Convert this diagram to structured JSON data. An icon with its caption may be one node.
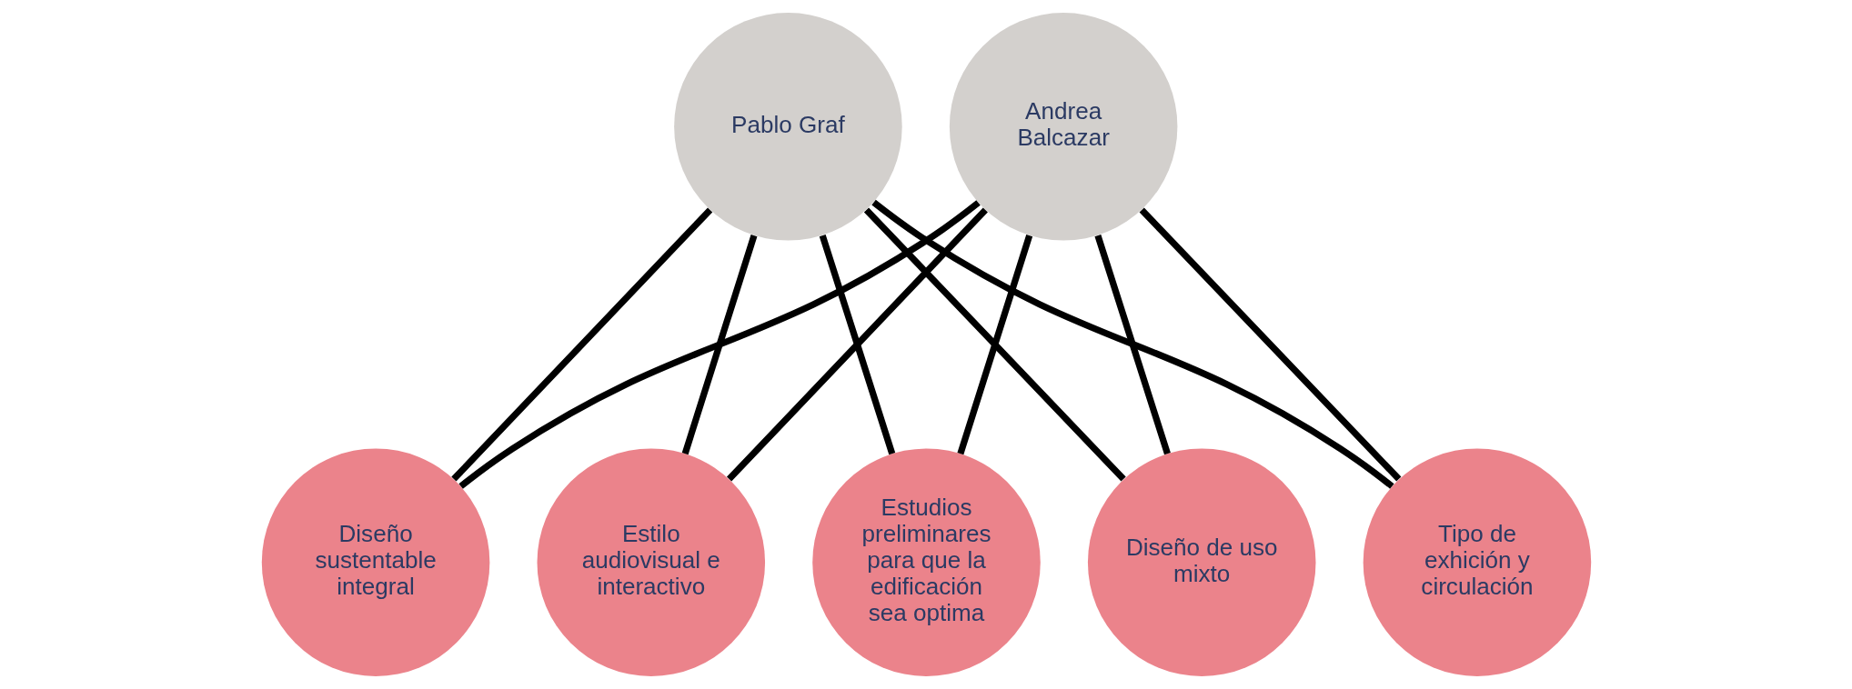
{
  "diagram": {
    "nodes": [
      {
        "text": [
          "Pablo Graf"
        ]
      },
      {
        "text": [
          "Andrea Balcazar"
        ]
      },
      {
        "text": [
          "Diseño sustentable integral"
        ]
      },
      {
        "text": [
          "Estilo audiovisual e interactivo"
        ]
      },
      {
        "text": [
          "Estudios preliminares para que la edificación sea optima"
        ]
      },
      {
        "text": [
          "Diseño de uso mixto"
        ]
      },
      {
        "text": [
          "Tipo de exhición y circulación"
        ]
      }
    ],
    "edges": [
      {
        "from": 0,
        "to": 2,
        "arrow": "none"
      },
      {
        "from": 0,
        "to": 3,
        "arrow": "none"
      },
      {
        "from": 0,
        "to": 4,
        "arrow": "none"
      },
      {
        "from": 0,
        "to": 5,
        "arrow": "none"
      },
      {
        "from": 0,
        "to": 6,
        "arrow": "none"
      },
      {
        "from": 1,
        "to": 2,
        "arrow": "none"
      },
      {
        "from": 1,
        "to": 3,
        "arrow": "none"
      },
      {
        "from": 1,
        "to": 4,
        "arrow": "none"
      },
      {
        "from": 1,
        "to": 5,
        "arrow": "none"
      },
      {
        "from": 1,
        "to": 6,
        "arrow": "none"
      }
    ]
  }
}
